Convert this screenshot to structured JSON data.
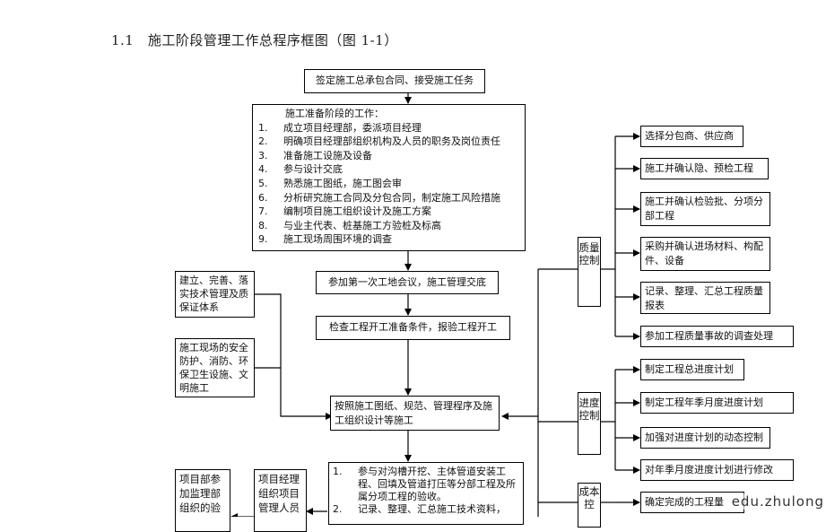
{
  "title": "1.1　施工阶段管理工作总程序框图（图 1-1）",
  "main": {
    "start": "签定施工总承包合同、接受施工任务",
    "prep_title": "施工准备阶段的工作：",
    "prep_items": [
      {
        "n": "1.",
        "t": "成立项目经理部，委派项目经理"
      },
      {
        "n": "2.",
        "t": "明确项目经理部组织机构及人员的职务及岗位责任"
      },
      {
        "n": "3.",
        "t": "准备施工设施及设备"
      },
      {
        "n": "4.",
        "t": "参与设计交底"
      },
      {
        "n": "5.",
        "t": "熟悉施工图纸，施工图会审"
      },
      {
        "n": "6.",
        "t": "分析研究施工合同及分包合同，制定施工风险措施"
      },
      {
        "n": "7.",
        "t": "编制项目施工组织设计及施工方案"
      },
      {
        "n": "8.",
        "t": "与业主代表、桩基施工方验桩及标高"
      },
      {
        "n": "9.",
        "t": "施工现场周围环境的调查"
      }
    ],
    "meeting": "参加第一次工地会议，施工管理交底",
    "check": "检查工程开工准备条件，报验工程开工",
    "construct": "按照施工图纸、规范、管理程序及施工组织设计等施工",
    "bottom_items": [
      {
        "n": "1.",
        "t": "参与对沟槽开挖、主体管道安装工程、回填及管道打压等分部工程及所属分项工程的验收。"
      },
      {
        "n": "2.",
        "t": "记录、整理、汇总施工技术资料，"
      }
    ]
  },
  "left": {
    "quality_system": "建立、完善、落实技术管理及质保证体系",
    "safety": "施工现场的安全防护、消防、环保卫生设施、文明施工",
    "supervision": "项目部参加监理部组织的验",
    "manager": "项目经理组织项目管理人员"
  },
  "controls": {
    "quality": {
      "label": "质量控制",
      "items": [
        "选择分包商、供应商",
        "施工并确认隐、预检工程",
        "施工并确认检验批、分项分部工程",
        "采购并确认进场材料、构配件、设备",
        "记录、整理、汇总工程质量报表",
        "参加工程质量事故的调查处理"
      ]
    },
    "schedule": {
      "label": "进度控制",
      "items": [
        "制定工程总进度计划",
        "制定工程年季月度进度计划",
        "加强对进度计划的动态控制",
        "对年季月度进度计划进行修改"
      ]
    },
    "cost": {
      "label": "成本控",
      "items": [
        "确定完成的工程量"
      ]
    }
  },
  "watermark": "edu.zhulong"
}
